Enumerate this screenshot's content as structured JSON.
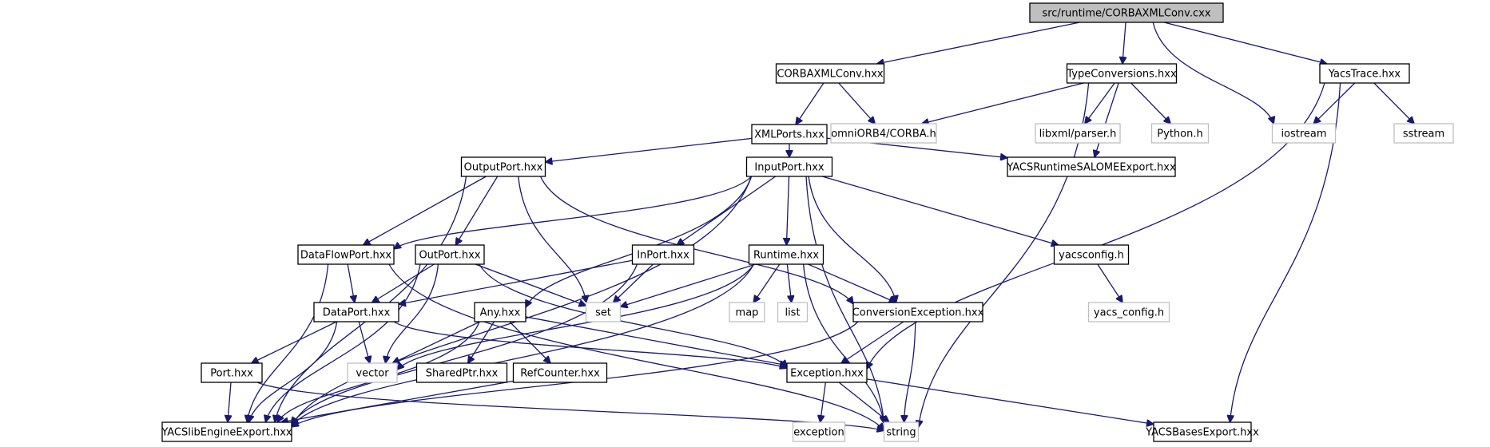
{
  "graph": {
    "title": "src/runtime/CORBAXMLConv.cxx",
    "edge_color": "#191970",
    "internal_border_color": "#000000",
    "external_border_color": "#bfbfbf",
    "root_fill_color": "#bfbfbf",
    "nodes": [
      {
        "id": "root",
        "label": "src/runtime/CORBAXMLConv.cxx",
        "kind": "root"
      },
      {
        "id": "corbaxmlconv_hxx",
        "label": "CORBAXMLConv.hxx",
        "kind": "internal"
      },
      {
        "id": "typeconversions",
        "label": "TypeConversions.hxx",
        "kind": "internal"
      },
      {
        "id": "yacstrace",
        "label": "YacsTrace.hxx",
        "kind": "internal"
      },
      {
        "id": "xmlports",
        "label": "XMLPorts.hxx",
        "kind": "internal"
      },
      {
        "id": "omniorb",
        "label": "omniORB4/CORBA.h",
        "kind": "external"
      },
      {
        "id": "libxml",
        "label": "libxml/parser.h",
        "kind": "external"
      },
      {
        "id": "python",
        "label": "Python.h",
        "kind": "external"
      },
      {
        "id": "iostream",
        "label": "iostream",
        "kind": "external"
      },
      {
        "id": "sstream",
        "label": "sstream",
        "kind": "external"
      },
      {
        "id": "outputport",
        "label": "OutputPort.hxx",
        "kind": "internal"
      },
      {
        "id": "inputport",
        "label": "InputPort.hxx",
        "kind": "internal"
      },
      {
        "id": "yacsruntimesalome",
        "label": "YACSRuntimeSALOMEExport.hxx",
        "kind": "internal"
      },
      {
        "id": "dataflowport",
        "label": "DataFlowPort.hxx",
        "kind": "internal"
      },
      {
        "id": "outport",
        "label": "OutPort.hxx",
        "kind": "internal"
      },
      {
        "id": "inport",
        "label": "InPort.hxx",
        "kind": "internal"
      },
      {
        "id": "runtime",
        "label": "Runtime.hxx",
        "kind": "internal"
      },
      {
        "id": "yacsconfig",
        "label": "yacsconfig.h",
        "kind": "internal"
      },
      {
        "id": "dataport",
        "label": "DataPort.hxx",
        "kind": "internal"
      },
      {
        "id": "any",
        "label": "Any.hxx",
        "kind": "internal"
      },
      {
        "id": "set",
        "label": "set",
        "kind": "external"
      },
      {
        "id": "map",
        "label": "map",
        "kind": "external"
      },
      {
        "id": "list",
        "label": "list",
        "kind": "external"
      },
      {
        "id": "conversionexception",
        "label": "ConversionException.hxx",
        "kind": "internal"
      },
      {
        "id": "yacs_config",
        "label": "yacs_config.h",
        "kind": "external"
      },
      {
        "id": "port",
        "label": "Port.hxx",
        "kind": "internal"
      },
      {
        "id": "vector",
        "label": "vector",
        "kind": "external"
      },
      {
        "id": "sharedptr",
        "label": "SharedPtr.hxx",
        "kind": "internal"
      },
      {
        "id": "refcounter",
        "label": "RefCounter.hxx",
        "kind": "internal"
      },
      {
        "id": "exception_hxx",
        "label": "Exception.hxx",
        "kind": "internal"
      },
      {
        "id": "yacslibengine",
        "label": "YACSlibEngineExport.hxx",
        "kind": "internal"
      },
      {
        "id": "exception",
        "label": "exception",
        "kind": "external"
      },
      {
        "id": "string",
        "label": "string",
        "kind": "external"
      },
      {
        "id": "yacsbases",
        "label": "YACSBasesExport.hxx",
        "kind": "internal"
      }
    ],
    "edges": [
      [
        "root",
        "corbaxmlconv_hxx"
      ],
      [
        "root",
        "typeconversions"
      ],
      [
        "root",
        "iostream"
      ],
      [
        "root",
        "yacstrace"
      ],
      [
        "corbaxmlconv_hxx",
        "xmlports"
      ],
      [
        "corbaxmlconv_hxx",
        "omniorb"
      ],
      [
        "typeconversions",
        "omniorb"
      ],
      [
        "typeconversions",
        "libxml"
      ],
      [
        "typeconversions",
        "python"
      ],
      [
        "typeconversions",
        "yacsruntimesalome"
      ],
      [
        "typeconversions",
        "string"
      ],
      [
        "yacstrace",
        "iostream"
      ],
      [
        "yacstrace",
        "sstream"
      ],
      [
        "yacstrace",
        "exception_hxx"
      ],
      [
        "yacstrace",
        "yacsbases"
      ],
      [
        "xmlports",
        "outputport"
      ],
      [
        "xmlports",
        "inputport"
      ],
      [
        "xmlports",
        "yacsruntimesalome"
      ],
      [
        "outputport",
        "dataflowport"
      ],
      [
        "outputport",
        "outport"
      ],
      [
        "outputport",
        "set"
      ],
      [
        "outputport",
        "conversionexception"
      ],
      [
        "outputport",
        "yacslibengine"
      ],
      [
        "inputport",
        "dataflowport"
      ],
      [
        "inputport",
        "inport"
      ],
      [
        "inputport",
        "runtime"
      ],
      [
        "inputport",
        "any"
      ],
      [
        "inputport",
        "yacsconfig"
      ],
      [
        "inputport",
        "conversionexception"
      ],
      [
        "inputport",
        "string"
      ],
      [
        "inputport",
        "yacslibengine"
      ],
      [
        "dataflowport",
        "dataport"
      ],
      [
        "dataflowport",
        "yacslibengine"
      ],
      [
        "dataflowport",
        "string"
      ],
      [
        "outport",
        "dataport"
      ],
      [
        "outport",
        "set"
      ],
      [
        "outport",
        "vector"
      ],
      [
        "outport",
        "exception_hxx"
      ],
      [
        "outport",
        "yacslibengine"
      ],
      [
        "inport",
        "dataport"
      ],
      [
        "inport",
        "set"
      ],
      [
        "inport",
        "yacslibengine"
      ],
      [
        "runtime",
        "set"
      ],
      [
        "runtime",
        "map"
      ],
      [
        "runtime",
        "list"
      ],
      [
        "runtime",
        "vector"
      ],
      [
        "runtime",
        "conversionexception"
      ],
      [
        "runtime",
        "string"
      ],
      [
        "runtime",
        "yacslibengine"
      ],
      [
        "yacsconfig",
        "yacs_config"
      ],
      [
        "dataport",
        "port"
      ],
      [
        "dataport",
        "vector"
      ],
      [
        "dataport",
        "exception_hxx"
      ],
      [
        "dataport",
        "yacslibengine"
      ],
      [
        "any",
        "vector"
      ],
      [
        "any",
        "sharedptr"
      ],
      [
        "any",
        "refcounter"
      ],
      [
        "any",
        "exception_hxx"
      ],
      [
        "any",
        "yacslibengine"
      ],
      [
        "conversionexception",
        "exception_hxx"
      ],
      [
        "conversionexception",
        "string"
      ],
      [
        "conversionexception",
        "yacslibengine"
      ],
      [
        "port",
        "yacslibengine"
      ],
      [
        "port",
        "string"
      ],
      [
        "refcounter",
        "yacslibengine"
      ],
      [
        "exception_hxx",
        "exception"
      ],
      [
        "exception_hxx",
        "string"
      ],
      [
        "exception_hxx",
        "yacsbases"
      ]
    ]
  }
}
